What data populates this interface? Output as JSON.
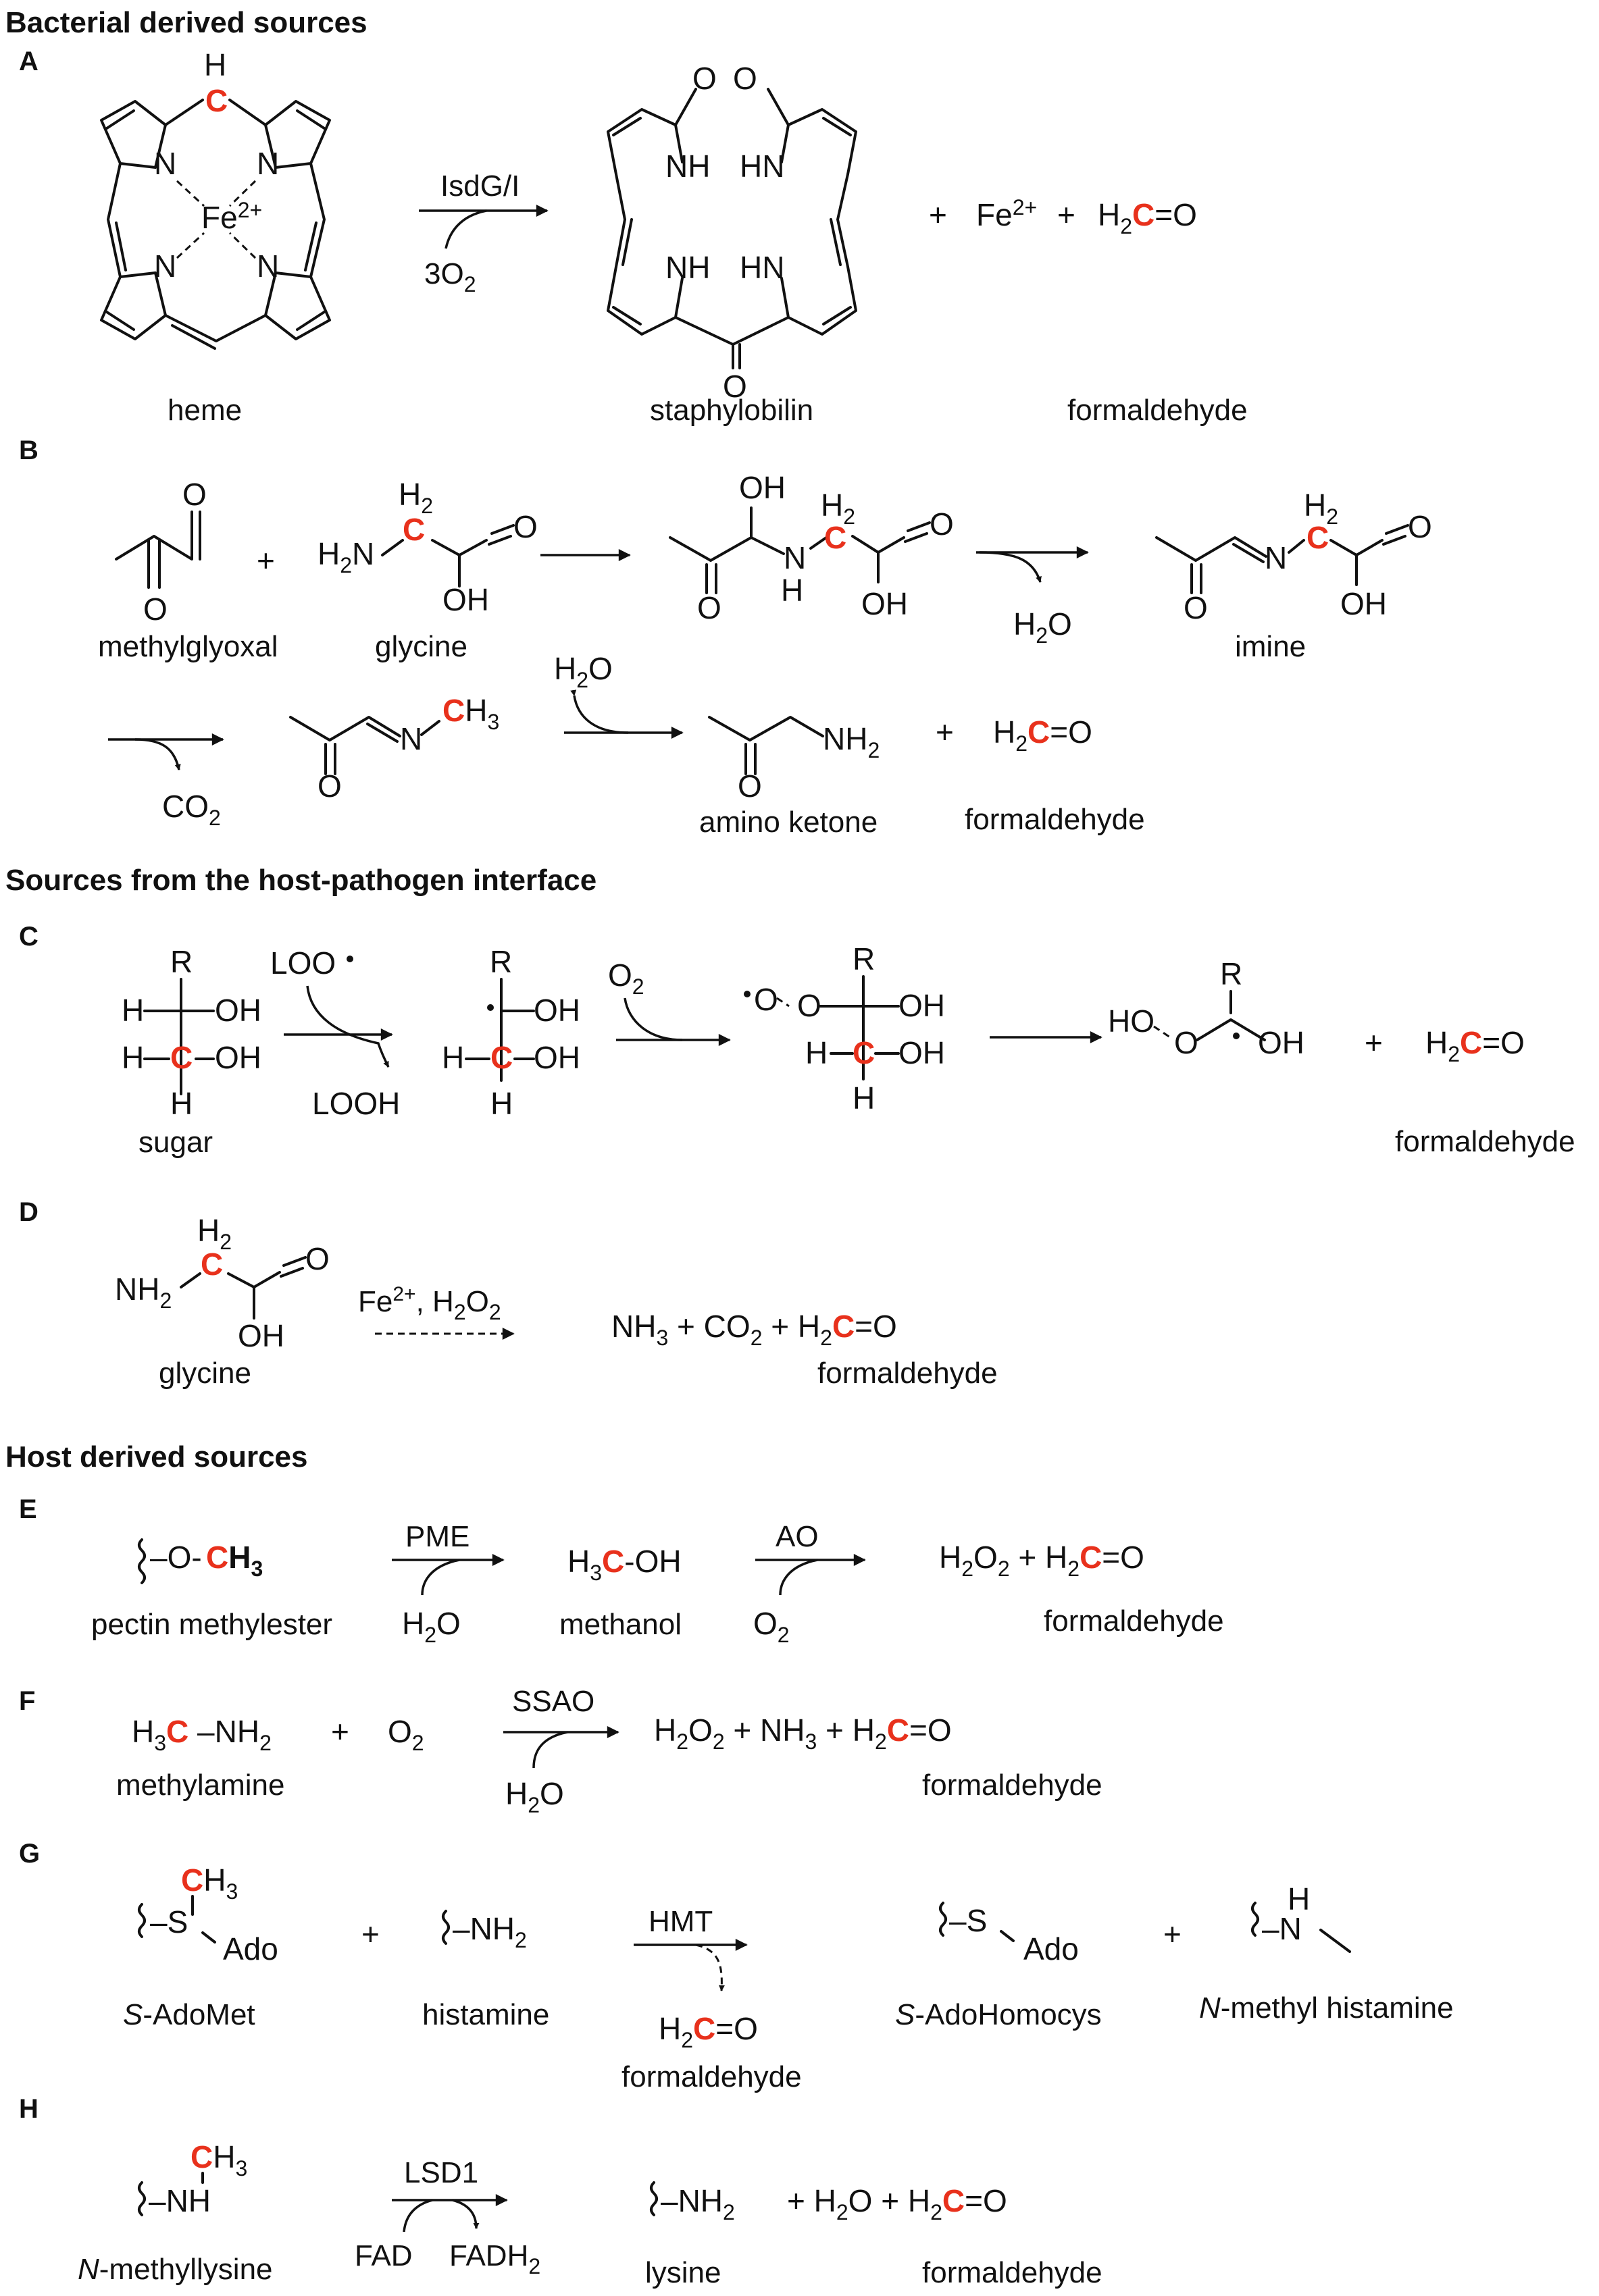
{
  "sections": {
    "bacterial": "Bacterial derived sources",
    "interface": "Sources from the host-pathogen interface",
    "host": "Host derived sources"
  },
  "panels": {
    "A": {
      "label": "A",
      "enzyme": "IsdG/I",
      "cofactor": "3O",
      "cofactor_sub": "2",
      "fe_metal": "Fe",
      "fe_charge": "2+",
      "products": {
        "fe": "Fe",
        "fe_charge": "2+"
      },
      "names": {
        "heme": "heme",
        "staphylobilin": "staphylobilin",
        "formaldehyde": "formaldehyde"
      }
    },
    "B": {
      "label": "B",
      "names": {
        "methylglyoxal": "methylglyoxal",
        "glycine": "glycine",
        "imine": "imine",
        "amino_ketone": "amino ketone",
        "formaldehyde": "formaldehyde"
      }
    },
    "C": {
      "label": "C",
      "radical": "LOO",
      "byproduct": "LOOH",
      "oxygen": "O",
      "names": {
        "sugar": "sugar",
        "formaldehyde": "formaldehyde"
      }
    },
    "D": {
      "label": "D",
      "reagent_fe": "Fe",
      "reagent_fe_charge": "2+",
      "reagent_h2o2": ", H",
      "names": {
        "glycine": "glycine",
        "formaldehyde": "formaldehyde"
      }
    },
    "E": {
      "label": "E",
      "enzyme1": "PME",
      "enzyme2": "AO",
      "names": {
        "pectin": "pectin methylester",
        "methanol": "methanol",
        "formaldehyde": "formaldehyde"
      }
    },
    "F": {
      "label": "F",
      "enzyme": "SSAO",
      "names": {
        "methylamine": "methylamine",
        "formaldehyde": "formaldehyde"
      }
    },
    "G": {
      "label": "G",
      "enzyme": "HMT",
      "names": {
        "adomet_prefix": "S",
        "adomet_rest": "-AdoMet",
        "histamine": "histamine",
        "homocys_prefix": "S",
        "homocys_rest": "-AdoHomocys",
        "nmh_prefix": "N",
        "nmh_rest": "-methyl histamine",
        "formaldehyde": "formaldehyde"
      }
    },
    "H": {
      "label": "H",
      "enzyme": "LSD1",
      "cofactor_in": "FAD",
      "cofactor_out": "FADH",
      "names": {
        "nml_prefix": "N",
        "nml_rest": "-methyllysine",
        "lysine": "lysine",
        "formaldehyde": "formaldehyde"
      }
    }
  },
  "colors": {
    "highlight": "#e8311c",
    "ink": "#111111"
  }
}
